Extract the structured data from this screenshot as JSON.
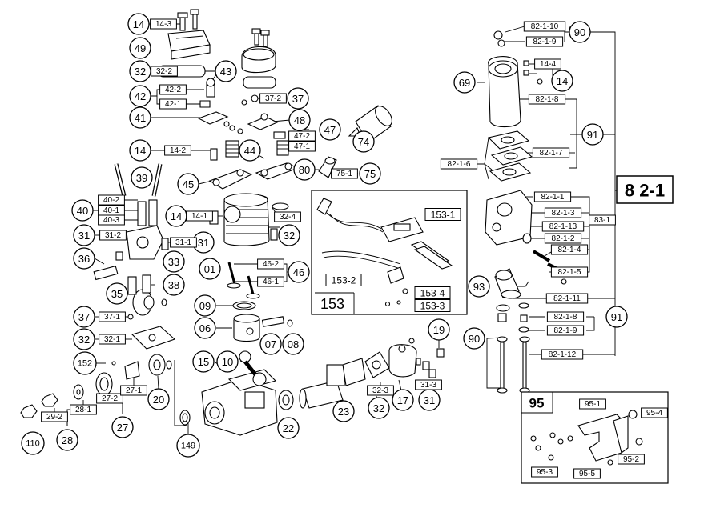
{
  "diagram": {
    "circle_labels": {
      "c14a": "14",
      "c49": "49",
      "c32a": "32",
      "c43": "43",
      "c42": "42",
      "c41": "41",
      "c37a": "37",
      "c48": "48",
      "c47": "47",
      "c74": "74",
      "c14b": "14",
      "c44": "44",
      "c45": "45",
      "c80": "80",
      "c75": "75",
      "c39": "39",
      "c40": "40",
      "c14c": "14",
      "c32b": "32",
      "c31a": "31",
      "c31b": "31",
      "c36": "36",
      "c33": "33",
      "c01": "01",
      "c46": "46",
      "c35": "35",
      "c38": "38",
      "c09": "09",
      "c37b": "37",
      "c06": "06",
      "c07": "07",
      "c08": "08",
      "c32c": "32",
      "c152": "152",
      "c15": "15",
      "c10": "10",
      "c19": "19",
      "c20": "20",
      "c110": "110",
      "c28": "28",
      "c27": "27",
      "c149": "149",
      "c22": "22",
      "c23": "23",
      "c32d": "32",
      "c17": "17",
      "c31c": "31",
      "c90a": "90",
      "c14d": "14",
      "c69": "69",
      "c91a": "91",
      "c93": "93",
      "c91b": "91",
      "c90b": "90"
    },
    "box_labels": {
      "b14_3": "14-3",
      "b32_2": "32-2",
      "b42_2": "42-2",
      "b42_1": "42-1",
      "b37_2": "37-2",
      "b47_2": "47-2",
      "b47_1": "47-1",
      "b14_2": "14-2",
      "b75_1": "75-1",
      "b40_2": "40-2",
      "b40_1": "40-1",
      "b40_3": "40-3",
      "b14_1": "14-1",
      "b32_4": "32-4",
      "b31_2": "31-2",
      "b31_1": "31-1",
      "b46_2": "46-2",
      "b46_1": "46-1",
      "b37_1": "37-1",
      "b32_1": "32-1",
      "b27_2": "27-2",
      "b27_1": "27-1",
      "b29_2": "29-2",
      "b28_1": "28-1",
      "b32_3": "32-3",
      "b31_3": "31-3",
      "b82_1_10": "82-1-10",
      "b82_1_9a": "82-1-9",
      "b14_4": "14-4",
      "b82_1_8a": "82-1-8",
      "b82_1_7": "82-1-7",
      "b82_1_6": "82-1-6",
      "b82_1_1": "82-1-1",
      "b82_1_3": "82-1-3",
      "b82_1_13": "82-1-13",
      "b82_1_2": "82-1-2",
      "b82_1_4": "82-1-4",
      "b82_1_5": "82-1-5",
      "b83_1": "83-1",
      "b82_1_11": "82-1-11",
      "b82_1_8b": "82-1-8",
      "b82_1_9b": "82-1-9",
      "b82_1_12": "82-1-12",
      "b153_1": "153-1",
      "b153_2": "153-2",
      "b153_4": "153-4",
      "b153_3": "153-3",
      "b95_1": "95-1",
      "b95_4": "95-4",
      "b95_2": "95-2",
      "b95_3": "95-3",
      "b95_5": "95-5"
    },
    "big_labels": {
      "main_ref": "8 2-1",
      "inset_153": "153",
      "inset_95": "95"
    }
  }
}
